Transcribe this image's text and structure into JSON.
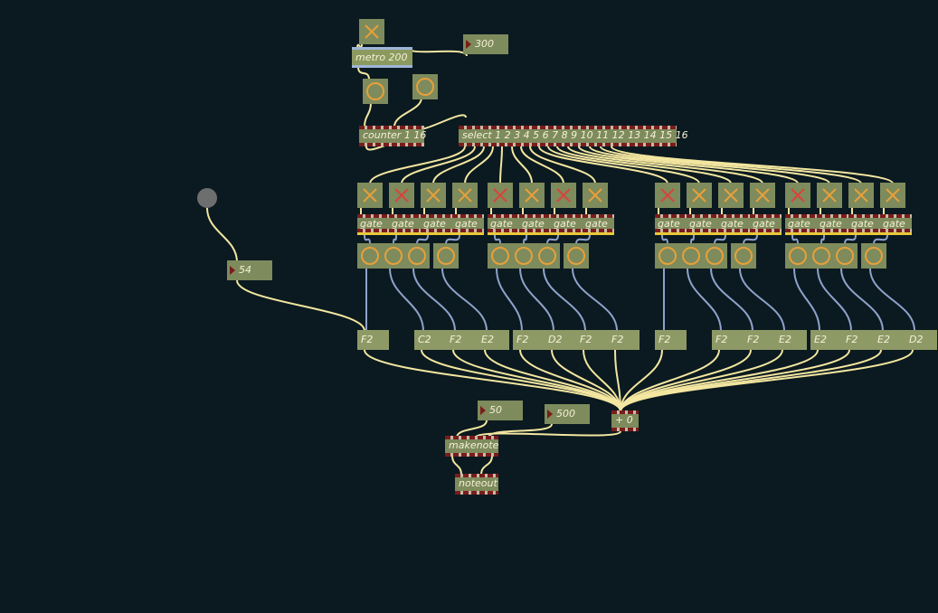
{
  "colors": {
    "background": "#0b1a20",
    "object": "#7e8b5c",
    "text": "#f4f1d8",
    "patchcord": "#f3e6a0",
    "signal_cord": "#8fa2cc",
    "toggle_on": "#e7a03a",
    "toggle_red": "#d8443c",
    "gate_accent": "#e8c93a"
  },
  "objects": {
    "metro": "metro 200",
    "counter": "counter 1 16",
    "select": "select 1 2 3 4 5 6 7 8 9 10 11 12 13 14 15 16",
    "add": "+ 0",
    "makenote": "makenote",
    "noteout": "noteout"
  },
  "numbers": {
    "metro_time": "300",
    "note_offset": "54",
    "velocity": "50",
    "duration": "500"
  },
  "gate_label": "gate",
  "toggles": [
    {
      "state": "orange"
    },
    {
      "state": "red"
    },
    {
      "state": "orange"
    },
    {
      "state": "orange"
    },
    {
      "state": "red"
    },
    {
      "state": "orange"
    },
    {
      "state": "red"
    },
    {
      "state": "orange"
    },
    {
      "state": "red"
    },
    {
      "state": "orange"
    },
    {
      "state": "orange"
    },
    {
      "state": "orange"
    },
    {
      "state": "red"
    },
    {
      "state": "orange"
    },
    {
      "state": "orange"
    },
    {
      "state": "orange"
    }
  ],
  "notes": [
    "F2",
    "C2",
    "F2",
    "E2",
    "F2",
    "D2",
    "F2",
    "F2",
    "F2",
    "F2",
    "F2",
    "E2",
    "E2",
    "F2",
    "E2",
    "D2"
  ]
}
